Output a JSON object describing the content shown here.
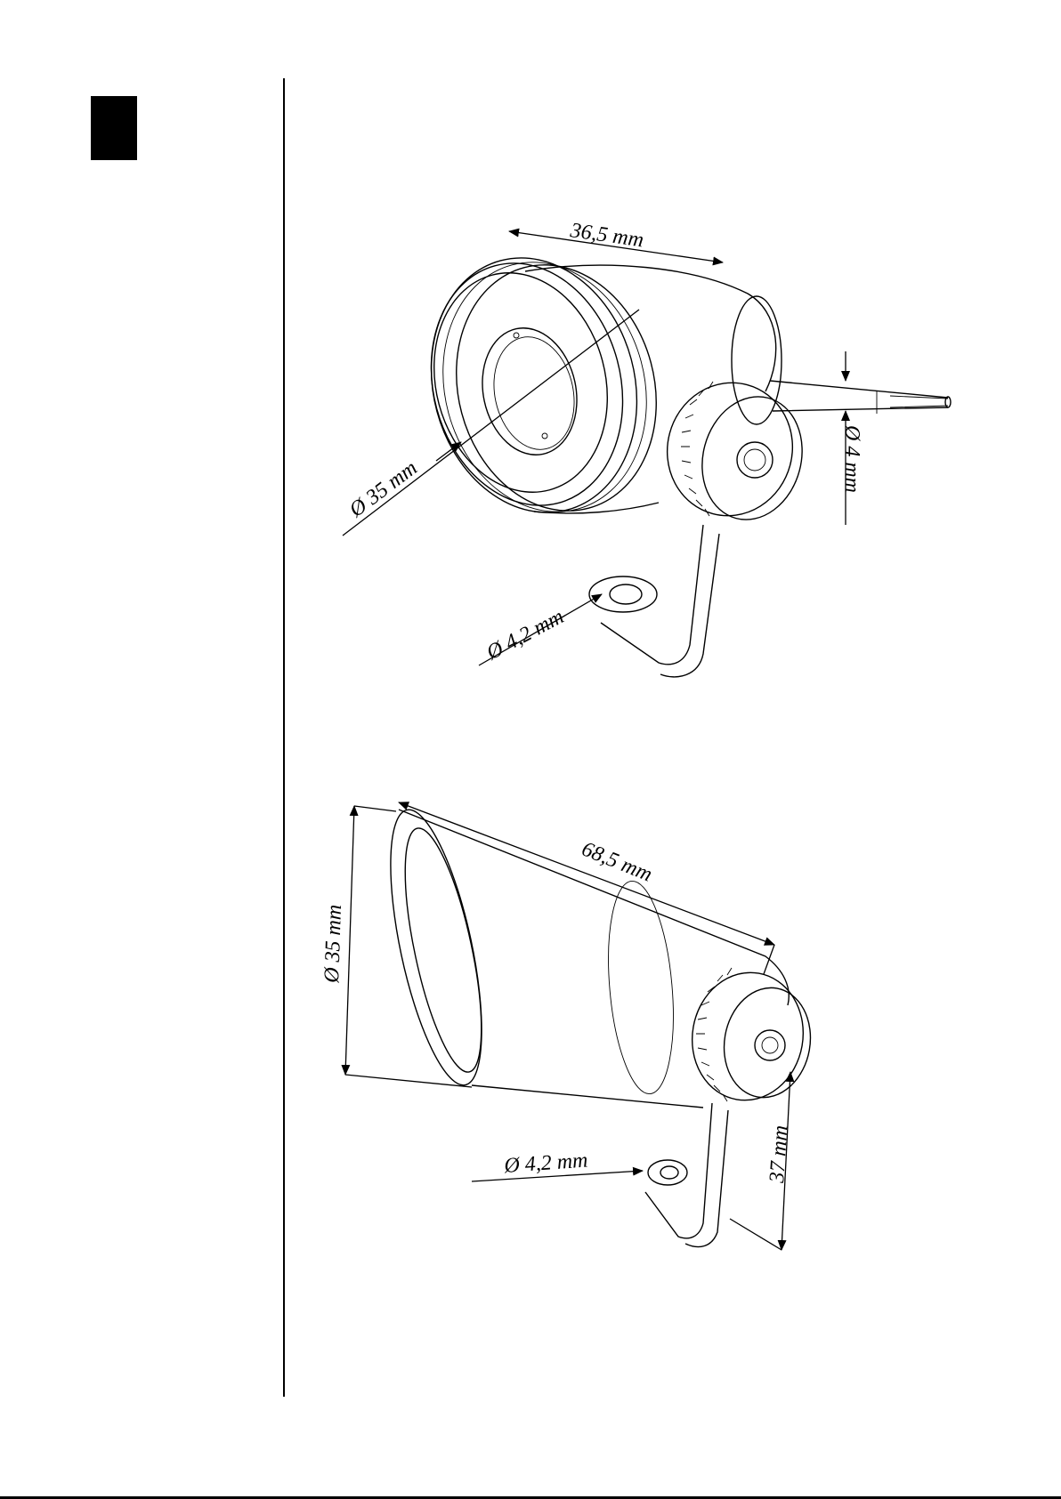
{
  "figure_top": {
    "dim_length": "36,5 mm",
    "dim_diameter": "Ø 35 mm",
    "dim_cable": "Ø 4 mm",
    "dim_hole": "Ø 4,2 mm"
  },
  "figure_bottom": {
    "dim_length": "68,5 mm",
    "dim_diameter": "Ø 35 mm",
    "dim_hole": "Ø 4,2 mm",
    "dim_height": "37 mm"
  },
  "colors": {
    "ink": "#000000",
    "paper": "#ffffff"
  }
}
